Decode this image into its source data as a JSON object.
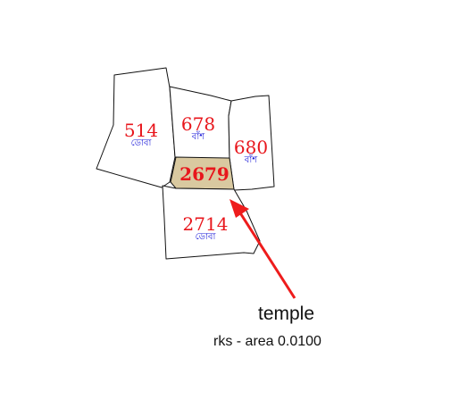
{
  "plots": [
    {
      "id": "plot-514",
      "number": "514",
      "land_use": "ডোবা"
    },
    {
      "id": "plot-678",
      "number": "678",
      "land_use": "বাঁশ"
    },
    {
      "id": "plot-680",
      "number": "680",
      "land_use": "বাঁশ"
    },
    {
      "id": "plot-2679",
      "number": "2679",
      "land_use": "",
      "highlighted": true
    },
    {
      "id": "plot-2714",
      "number": "2714",
      "land_use": "ডোবা"
    }
  ],
  "annotation": {
    "title": "temple",
    "area_text": "rks - area 0.0100",
    "points_to": "2679"
  },
  "colors": {
    "plot_number": "#e8161c",
    "land_use_text": "#1a1ad8",
    "highlight_fill": "#d9c9a0",
    "arrow": "#ee1c1c",
    "outline": "#111111"
  }
}
